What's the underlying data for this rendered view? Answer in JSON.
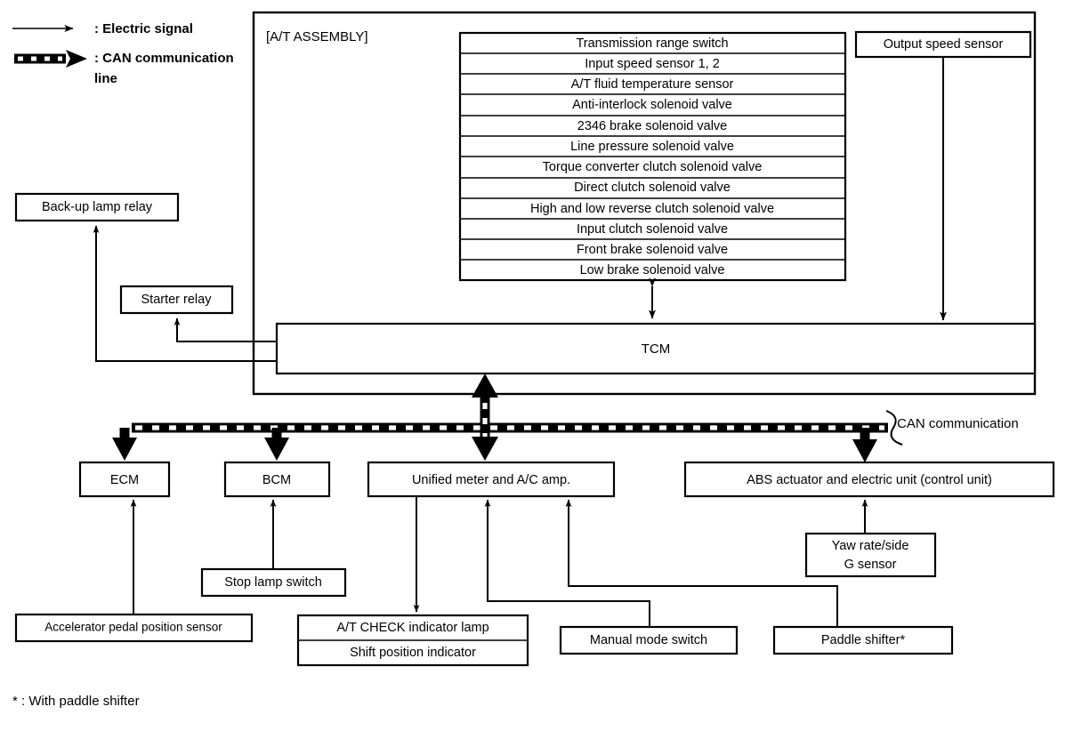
{
  "legend": {
    "electric_signal": ": Electric signal",
    "can_line_1": ": CAN communication",
    "can_line_2": "line"
  },
  "assembly": {
    "label": "[A/T ASSEMBLY]"
  },
  "component_list": {
    "items": [
      "Transmission range switch",
      "Input speed sensor 1, 2",
      "A/T fluid temperature sensor",
      "Anti-interlock solenoid valve",
      "2346 brake solenoid valve",
      "Line pressure solenoid valve",
      "Torque converter clutch solenoid valve",
      "Direct clutch solenoid valve",
      "High and low reverse clutch solenoid valve",
      "Input clutch solenoid valve",
      "Front brake solenoid valve",
      "Low brake solenoid valve"
    ]
  },
  "boxes": {
    "output_speed_sensor": "Output speed sensor",
    "tcm": "TCM",
    "backup_lamp_relay": "Back-up lamp relay",
    "starter_relay": "Starter relay",
    "ecm": "ECM",
    "bcm": "BCM",
    "unified_meter": "Unified meter and A/C amp.",
    "abs_unit": "ABS actuator and electric unit (control unit)",
    "accelerator_pedal_sensor": "Accelerator pedal position sensor",
    "stop_lamp_switch": "Stop lamp switch",
    "at_check_indicator": "A/T CHECK indicator lamp",
    "shift_position_indicator": "Shift position indicator",
    "manual_mode_switch": "Manual mode switch",
    "yaw_rate_sensor_line1": "Yaw rate/side",
    "yaw_rate_sensor_line2": "G sensor",
    "paddle_shifter": "Paddle shifter*"
  },
  "labels": {
    "can_communication": "CAN communication",
    "footnote": "* : With paddle shifter"
  },
  "colors": {
    "line": "#000000",
    "background": "#ffffff",
    "box_fill": "#ffffff"
  }
}
